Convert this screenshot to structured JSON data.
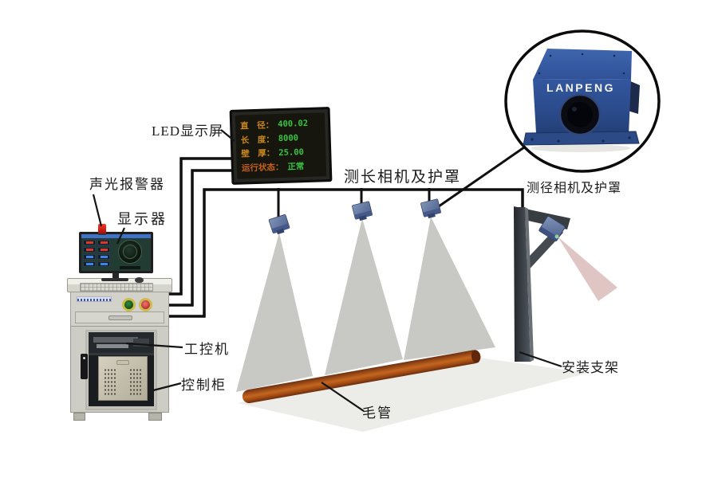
{
  "diagram_labels": {
    "led_screen": "LED显示屏",
    "alarm": "声光报警器",
    "monitor": "显示器",
    "ipc": "工控机",
    "control_cabinet": "控制柜",
    "length_camera": "测长相机及护罩",
    "diameter_camera": "测径相机及护罩",
    "mount_bracket": "安装支架",
    "pipe": "毛管"
  },
  "led_display": {
    "rows": [
      {
        "label": "直　径：",
        "value": "400.02"
      },
      {
        "label": "长　度：",
        "value": "8000"
      },
      {
        "label": "壁　厚：",
        "value": "25.00"
      },
      {
        "label": "运行状态：",
        "value": "正常"
      }
    ]
  },
  "inset_camera": {
    "brand": "LANPENG"
  },
  "colors": {
    "led_label": "#c9871b",
    "led_status_label": "#c8601a",
    "led_value": "#38c43e",
    "beam_gray": "#c8c8c4",
    "beam_pink": "#dcbfbd",
    "camera_blue": "#4c5f8a",
    "pipe_brown": "#c5661f",
    "line_black": "#0f0f0f"
  }
}
